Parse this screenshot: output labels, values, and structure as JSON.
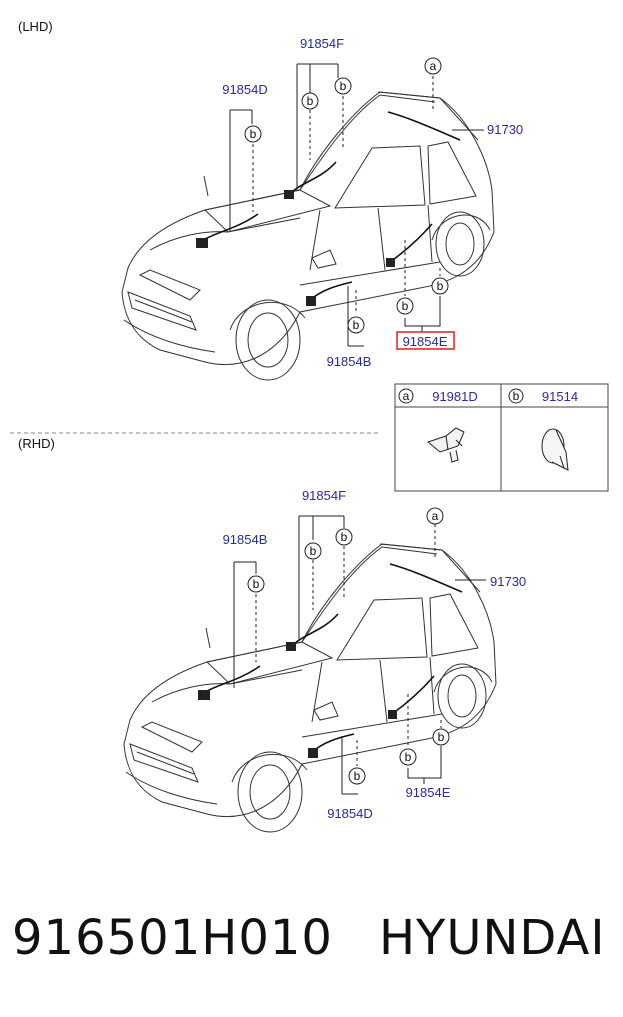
{
  "sections": {
    "lhd": "(LHD)",
    "rhd": "(RHD)"
  },
  "lhd": {
    "label_f": "91854F",
    "label_d": "91854D",
    "label_roof": "91730",
    "label_b": "91854B",
    "label_e": "91854E"
  },
  "rhd": {
    "label_f": "91854F",
    "label_b": "91854B",
    "label_roof": "91730",
    "label_d": "91854D",
    "label_e": "91854E"
  },
  "callouts": {
    "a": "a",
    "b": "b"
  },
  "legend": {
    "a_letter": "a",
    "a_part": "91981D",
    "b_letter": "b",
    "b_part": "91514"
  },
  "highlight_color": "#e02020",
  "label_color": "#2a2aa0",
  "footer": {
    "part_number": "916501H010",
    "brand": "HYUNDAI"
  }
}
